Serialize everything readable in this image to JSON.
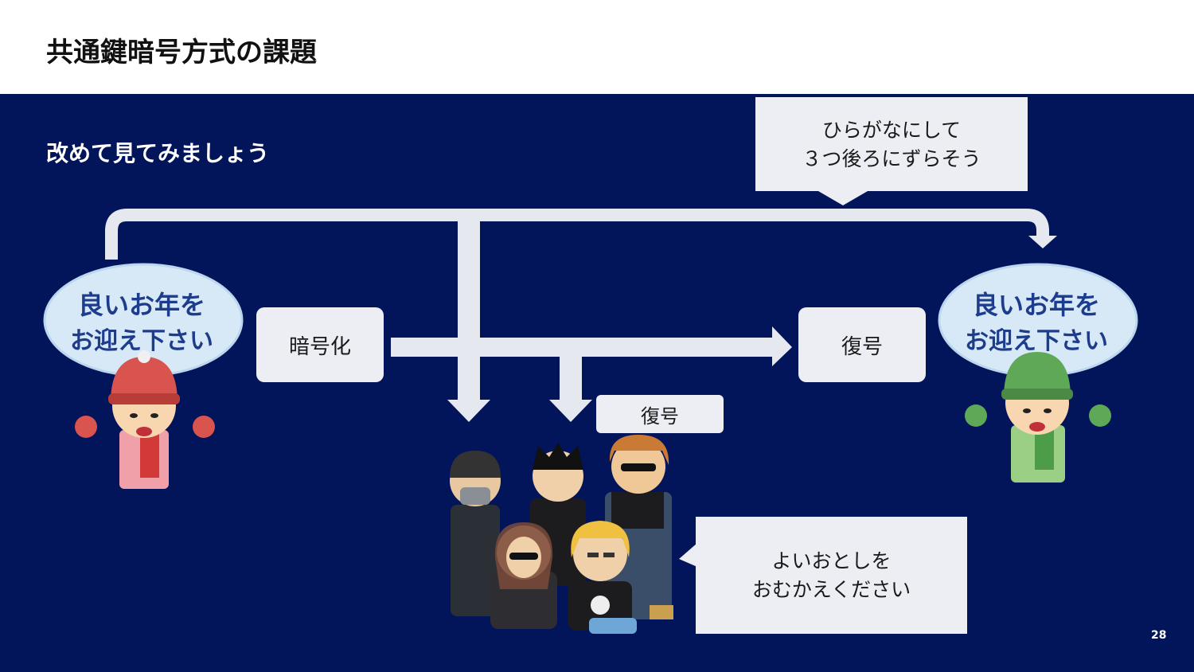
{
  "slide": {
    "title": "共通鍵暗号方式の課題",
    "subtitle": "改めて見てみましょう",
    "page_number": "28"
  },
  "boxes": {
    "encrypt": "暗号化",
    "decrypt": "復号",
    "attacker_decrypt": "復号"
  },
  "callouts": {
    "method_line1": "ひらがなにして",
    "method_line2": "３つ後ろにずらそう",
    "message_line1": "よいおとしを",
    "message_line2": "おむかえください"
  },
  "sign_text": {
    "line1": "良いお年を",
    "line2": "お迎え下さい"
  },
  "colors": {
    "background": "#02145a",
    "arrow": "#e6e8f0",
    "box": "#eceef3",
    "sender_hat": "#d9534f",
    "receiver_hat": "#5fa857"
  }
}
